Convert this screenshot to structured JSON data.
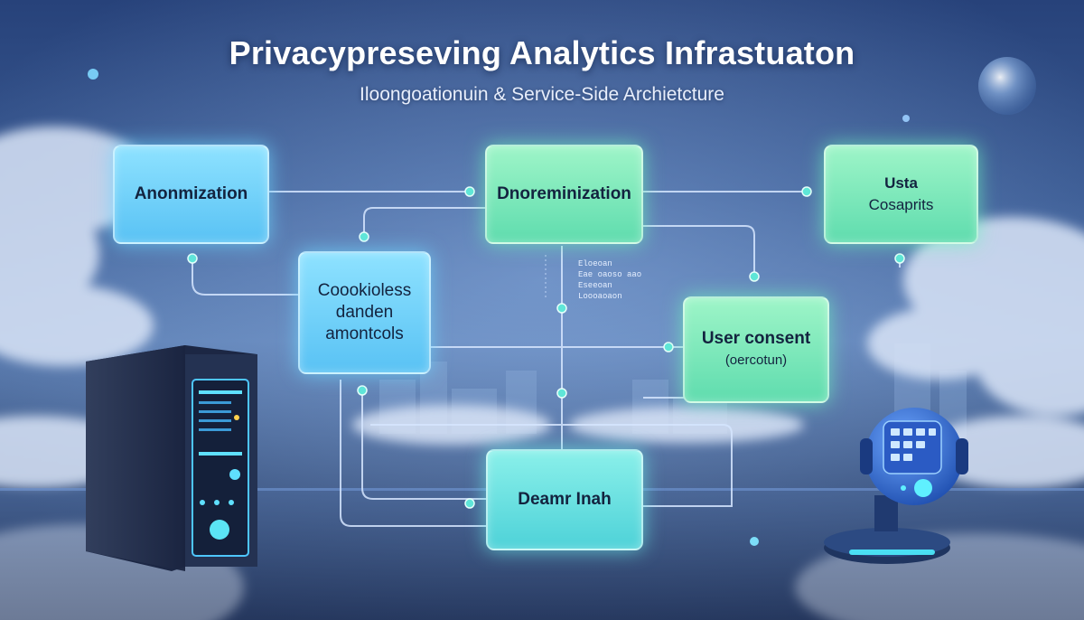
{
  "title": "Privacypreseving Analytics Infrastuaton",
  "subtitle": "Iloongoationuin & Service-Side Archietcture",
  "nodes": {
    "anonymization": {
      "lines": [
        "Anonmization"
      ]
    },
    "denormalization": {
      "lines": [
        "Dnoreminization"
      ]
    },
    "usta": {
      "lines": [
        "Usta",
        "Cosaprits"
      ]
    },
    "cookieless": {
      "lines": [
        "Coookioless",
        "danden",
        "amontcols"
      ]
    },
    "user_consent": {
      "lines": [
        "User consent",
        "(oercotun)"
      ]
    },
    "deamr": {
      "lines": [
        "Deamr Inah"
      ]
    }
  },
  "notes": [
    "Eloeoan",
    "Eae oaoso aao",
    "Eseeoan",
    "Loooaoaon"
  ],
  "colors": {
    "connector": "#d6e6ff",
    "dot": "#5fe6d8",
    "node_blue": "#6fd0fa",
    "node_green": "#7deab9",
    "node_cyan": "#5fe0e0"
  }
}
